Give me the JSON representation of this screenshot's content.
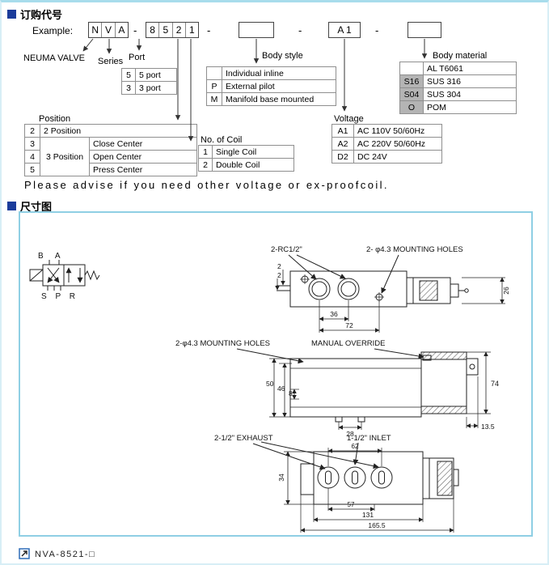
{
  "page": {
    "title_ordering": "订购代号",
    "title_dimensions": "尺寸图",
    "note": "Please advise if you need other voltage or ex-proofcoil.",
    "footer_model": "NVA-8521-□"
  },
  "colors": {
    "accent_border": "#a8dcec",
    "bullet_blue": "#1b3c9b",
    "cell_gray": "#b4b4b4"
  },
  "example": {
    "label": "Example:",
    "dash": "-",
    "series_chars": [
      "N",
      "V",
      "A"
    ],
    "code_chars": [
      "8",
      "5",
      "2",
      "1"
    ],
    "voltage_code": "A 1",
    "brand_label": "NEUMA VALVE",
    "series_label": "Series",
    "port_label": "Port",
    "body_style_label": "Body style",
    "body_material_label": "Body material"
  },
  "port_table": {
    "rows": [
      {
        "code": "5",
        "label": "5 port"
      },
      {
        "code": "3",
        "label": "3 port"
      }
    ]
  },
  "body_style_table": {
    "rows": [
      {
        "code": "",
        "label": "Individual inline"
      },
      {
        "code": "P",
        "label": "External pilot"
      },
      {
        "code": "M",
        "label": "Manifold base mounted"
      }
    ]
  },
  "body_material_table": {
    "rows": [
      {
        "code": "",
        "label": "AL T6061"
      },
      {
        "code": "S16",
        "label": "SUS 316"
      },
      {
        "code": "S04",
        "label": "SUS 304"
      },
      {
        "code": "O",
        "label": "POM"
      }
    ]
  },
  "position_table": {
    "title": "Position",
    "rows": [
      {
        "code": "2",
        "group": "2 Position"
      },
      {
        "code": "3",
        "group": "3 Position",
        "detail": "Close Center"
      },
      {
        "code": "4",
        "detail": "Open Center"
      },
      {
        "code": "5",
        "detail": "Press Center"
      }
    ]
  },
  "coil_table": {
    "title": "No. of Coil",
    "rows": [
      {
        "code": "1",
        "label": "Single Coil"
      },
      {
        "code": "2",
        "label": "Double Coil"
      }
    ]
  },
  "voltage_table": {
    "title": "Voltage",
    "rows": [
      {
        "code": "A1",
        "label": "AC 110V 50/60Hz"
      },
      {
        "code": "A2",
        "label": "AC 220V 50/60Hz"
      },
      {
        "code": "D2",
        "label": "DC 24V"
      }
    ]
  },
  "drawing": {
    "symbol": {
      "top_ports": "B A",
      "bottom_ports": "S P R"
    },
    "top_view": {
      "rc_label": "2-RC1/2\"",
      "holes_label": "2- φ4.3 MOUNTING HOLES",
      "dim_a": "2",
      "dim_b": "2",
      "dim_ports": "36",
      "dim_holes": "72",
      "dim_height": "26"
    },
    "front_view": {
      "holes_label": "2-φ4.3 MOUNTING HOLES",
      "override_label": "MANUAL OVERRIDE",
      "dim_total_h": "50",
      "dim_body_h": "46",
      "dim_offset": "8",
      "dim_feet": "28",
      "dim_sol_h": "74",
      "dim_sol_w": "13.5"
    },
    "bottom_view": {
      "exhaust_label": "2-1/2\" EXHAUST",
      "inlet_label": "1-1/2\" INLET",
      "dim_ports": "62",
      "dim_depth": "34",
      "dim_a": "57",
      "dim_body": "131",
      "dim_total": "165.5"
    }
  }
}
